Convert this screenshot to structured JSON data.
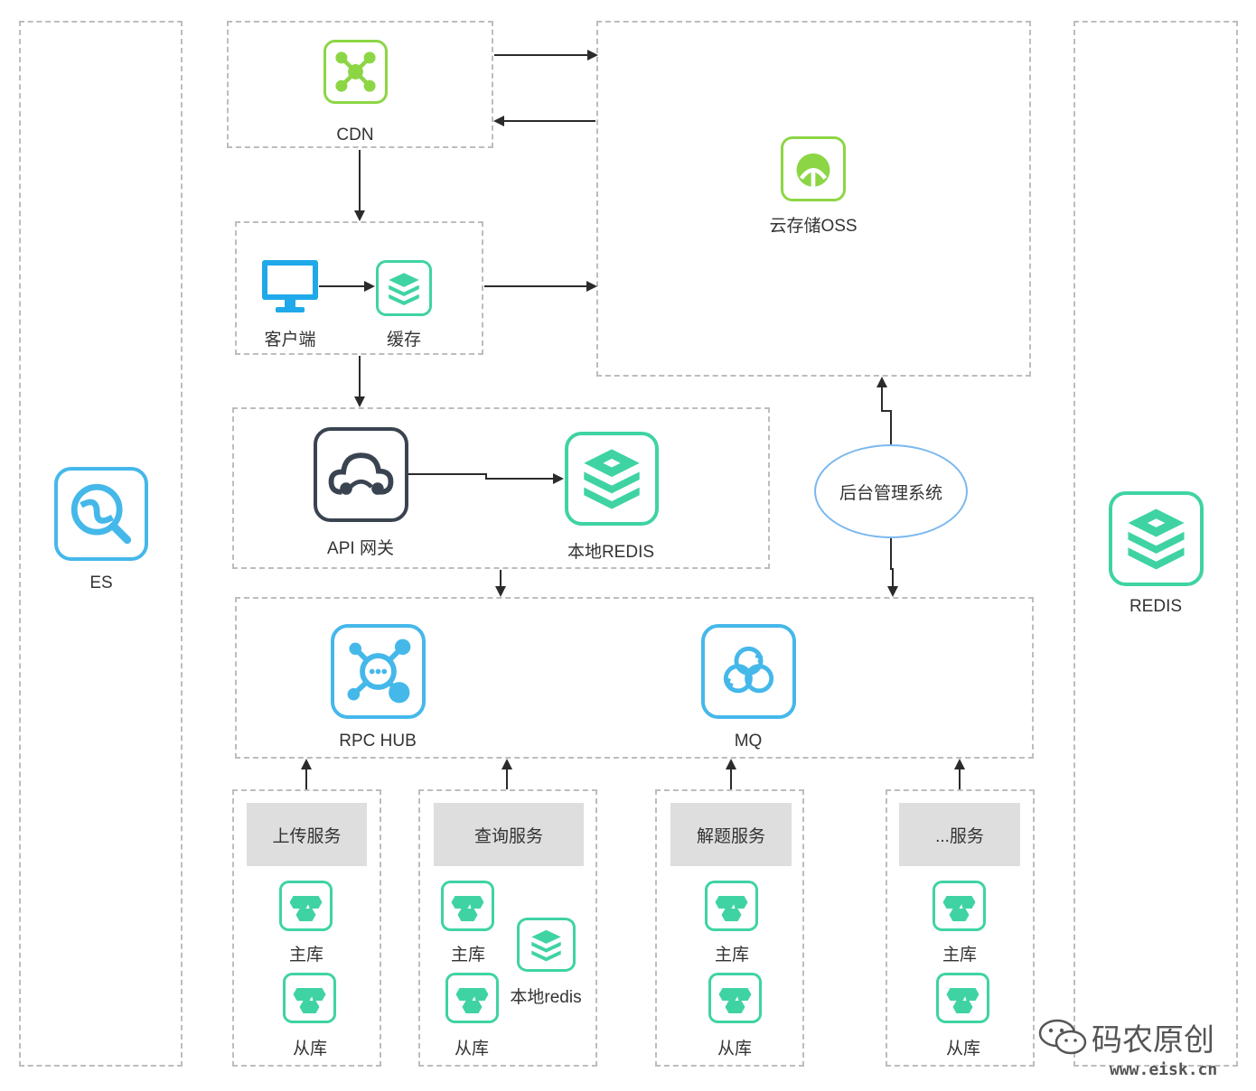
{
  "nodes": {
    "es": "ES",
    "cdn": "CDN",
    "oss": "云存储OSS",
    "client": "客户端",
    "cache": "缓存",
    "api_gateway": "API 网关",
    "local_redis": "本地REDIS",
    "admin": "后台管理系统",
    "rpc_hub": "RPC HUB",
    "mq": "MQ",
    "redis": "REDIS"
  },
  "services": [
    {
      "name": "上传服务",
      "master": "主库",
      "slave": "从库"
    },
    {
      "name": "查询服务",
      "master": "主库",
      "slave": "从库",
      "extra": "本地redis"
    },
    {
      "name": "解题服务",
      "master": "主库",
      "slave": "从库"
    },
    {
      "name": "...服务",
      "master": "主库",
      "slave": "从库"
    }
  ],
  "watermark": {
    "title": "码农原创",
    "url": "www.eisk.cn"
  },
  "colors": {
    "green": "#8cd645",
    "teal": "#3fd3a4",
    "blue": "#45b8ea",
    "dark": "#3a4450",
    "border": "#bdbdbd",
    "ellipse": "#7ab8ef"
  },
  "icons": {
    "cdn": "cdn-nodes-icon",
    "oss": "cloud-storage-icon",
    "client": "monitor-icon",
    "cache": "stack-icon",
    "api": "cloud-gateway-icon",
    "redis": "stack-icon",
    "rpc": "hub-icon",
    "mq": "cycle-icon",
    "es": "search-icon",
    "db": "database-icon"
  }
}
